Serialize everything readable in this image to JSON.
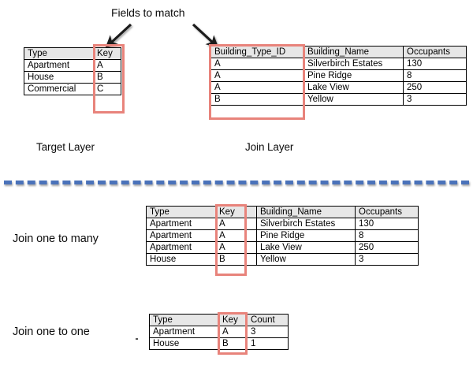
{
  "diagram": {
    "title_annotation": "Fields to match",
    "divider_color": "#4a72ba",
    "highlight_color": "#e8837b",
    "header_fill": "#e7e7e7",
    "labels": {
      "target_layer": "Target Layer",
      "join_layer": "Join Layer",
      "join_one_to_many": "Join one to many",
      "join_one_to_one": "Join one to one"
    }
  },
  "target_table": {
    "name": "Target Layer",
    "headers": [
      "Type",
      "Key"
    ],
    "rows": [
      [
        "Apartment",
        "A"
      ],
      [
        "House",
        "B"
      ],
      [
        "Commercial",
        "C"
      ]
    ]
  },
  "join_table": {
    "name": "Join Layer",
    "headers": [
      "Building_Type_ID",
      "Building_Name",
      "Occupants"
    ],
    "rows": [
      [
        "A",
        "Silverbirch Estates",
        "130"
      ],
      [
        "A",
        "Pine Ridge",
        "8"
      ],
      [
        "A",
        "Lake View",
        "250"
      ],
      [
        "B",
        "Yellow",
        "3"
      ]
    ]
  },
  "one_to_many_table": {
    "name": "Join one to many result",
    "headers": [
      "Type",
      "Key",
      "Building_Name",
      "Occupants"
    ],
    "rows": [
      [
        "Apartment",
        "A",
        "Silverbirch Estates",
        "130"
      ],
      [
        "Apartment",
        "A",
        "Pine Ridge",
        "8"
      ],
      [
        "Apartment",
        "A",
        "Lake View",
        "250"
      ],
      [
        "House",
        "B",
        "Yellow",
        "3"
      ]
    ]
  },
  "one_to_one_table": {
    "name": "Join one to one result",
    "headers": [
      "Type",
      "Key",
      "Count"
    ],
    "rows": [
      [
        "Apartment",
        "A",
        "3"
      ],
      [
        "House",
        "B",
        "1"
      ]
    ]
  }
}
